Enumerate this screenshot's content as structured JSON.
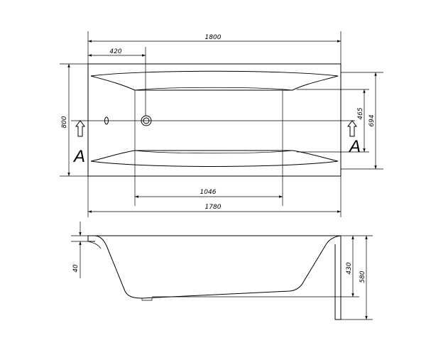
{
  "top_view": {
    "overall_length": "1800",
    "drain_offset": "420",
    "overall_width": "800",
    "inner_width_694": "694",
    "inner_width_465": "465",
    "bottom_length": "1046",
    "inner_length": "1780",
    "section_label_left": "A",
    "section_label_right": "A"
  },
  "side_view": {
    "rim_thickness": "40",
    "depth": "430",
    "total_height": "580"
  }
}
